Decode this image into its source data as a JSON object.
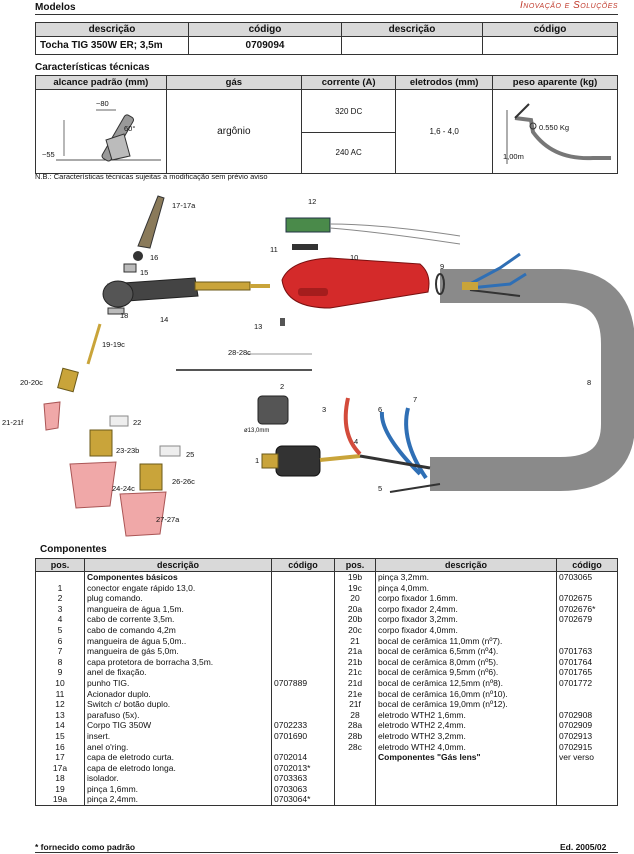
{
  "header": {
    "section_models": "Modelos",
    "brand_tagline": "Inovação e Soluções"
  },
  "models": {
    "headers": [
      "descrição",
      "código",
      "descrição",
      "código"
    ],
    "row": [
      "Tocha TIG 350W ER; 3,5m",
      "0709094",
      "",
      ""
    ]
  },
  "specs": {
    "title": "Características técnicas",
    "headers": [
      "alcance padrão (mm)",
      "gás",
      "corrente (A)",
      "eletrodos (mm)",
      "peso aparente (kg)"
    ],
    "gas": "argônio",
    "current_dc": "320 DC",
    "current_ac": "240 AC",
    "electrodes": "1,6 - 4,0",
    "reach_labels": [
      "~80",
      "60°",
      "~55"
    ],
    "weight_labels": [
      "0.550 Kg",
      "1,00m"
    ]
  },
  "note": "N.B.: Características técnicas sujeitas a modificação sem prévio aviso",
  "diagram": {
    "labels": [
      "17-17a",
      "16",
      "15",
      "14",
      "18",
      "19-19c",
      "20-20c",
      "21-21f",
      "22",
      "23-23b",
      "24-24c",
      "25",
      "26-26c",
      "27-27a",
      "28-28c",
      "12",
      "11",
      "10",
      "9",
      "13",
      "8",
      "2",
      "3",
      "6",
      "7",
      "4",
      "1",
      "5",
      "ø13,0mm"
    ]
  },
  "components": {
    "title": "Componentes",
    "headers": [
      "pos.",
      "descrição",
      "código",
      "pos.",
      "descrição",
      "código"
    ],
    "left_heading": "Componentes básicos",
    "left": [
      [
        "1",
        "conector engate rápido 13,0.",
        ""
      ],
      [
        "2",
        "plug comando.",
        ""
      ],
      [
        "3",
        "mangueira de água 1,5m.",
        ""
      ],
      [
        "4",
        "cabo de corrente 3,5m.",
        ""
      ],
      [
        "5",
        "cabo de comando 4,2m",
        ""
      ],
      [
        "6",
        "mangueira de água 5,0m..",
        ""
      ],
      [
        "7",
        "mangueira de gás 5,0m.",
        ""
      ],
      [
        "8",
        "capa protetora de borracha 3,5m.",
        ""
      ],
      [
        "9",
        "anel de fixação.",
        ""
      ],
      [
        "10",
        "punho TIG.",
        "0707889"
      ],
      [
        "11",
        "Acionador duplo.",
        ""
      ],
      [
        "12",
        "Switch c/ botão duplo.",
        ""
      ],
      [
        "13",
        "parafuso (5x).",
        ""
      ],
      [
        "14",
        "Corpo TIG 350W",
        "0702233"
      ],
      [
        "15",
        "insert.",
        "0701690"
      ],
      [
        "16",
        "anel o'ring.",
        ""
      ],
      [
        "17",
        "capa de eletrodo curta.",
        "0702014"
      ],
      [
        "17a",
        "capa de eletrodo longa.",
        "0702013*"
      ],
      [
        "18",
        "isolador.",
        "0703363"
      ],
      [
        "19",
        "pinça 1,6mm.",
        "0703063"
      ],
      [
        "19a",
        "pinça 2,4mm.",
        "0703064*"
      ]
    ],
    "right": [
      [
        "19b",
        "pinça 3,2mm.",
        "0703065"
      ],
      [
        "19c",
        "pinça 4,0mm.",
        ""
      ],
      [
        "20",
        "corpo fixador 1.6mm.",
        "0702675"
      ],
      [
        "20a",
        "corpo fixador 2,4mm.",
        "0702676*"
      ],
      [
        "20b",
        "corpo fixador 3,2mm.",
        "0702679"
      ],
      [
        "20c",
        "corpo fixador 4,0mm.",
        ""
      ],
      [
        "21",
        "bocal de cerâmica 11,0mm (nº7).",
        ""
      ],
      [
        "21a",
        "bocal de cerâmica 6,5mm (nº4).",
        "0701763"
      ],
      [
        "21b",
        "bocal de cerâmica 8,0mm (nº5).",
        "0701764"
      ],
      [
        "21c",
        "bocal de cerâmica 9,5mm (nº6).",
        "0701765"
      ],
      [
        "21d",
        "bocal de cerâmica 12,5mm (nº8).",
        "0701772"
      ],
      [
        "21e",
        "bocal de cerâmica 16,0mm (nº10).",
        ""
      ],
      [
        "21f",
        "bocal de cerâmica 19,0mm (nº12).",
        ""
      ],
      [
        "28",
        "eletrodo WTH2 1,6mm.",
        "0702908"
      ],
      [
        "28a",
        "eletrodo WTH2 2,4mm.",
        "0702909"
      ],
      [
        "28b",
        "eletrodo WTH2 3,2mm.",
        "0702913"
      ],
      [
        "28c",
        "eletrodo WTH2 4,0mm.",
        "0702915"
      ],
      [
        "",
        "Componentes \"Gás lens\"",
        "ver verso"
      ]
    ]
  },
  "footer": {
    "note": "* fornecido como padrão",
    "edition": "Ed. 2005/02"
  },
  "colors": {
    "header_gray": "#d9d9d9",
    "handle_red": "#d42a2a",
    "cable_gray": "#8a8a8a",
    "hose_blue": "#2f6fb5",
    "ceramic_pink": "#f0a8a8",
    "brass": "#c9a43a",
    "brand_red": "#c0392b"
  }
}
